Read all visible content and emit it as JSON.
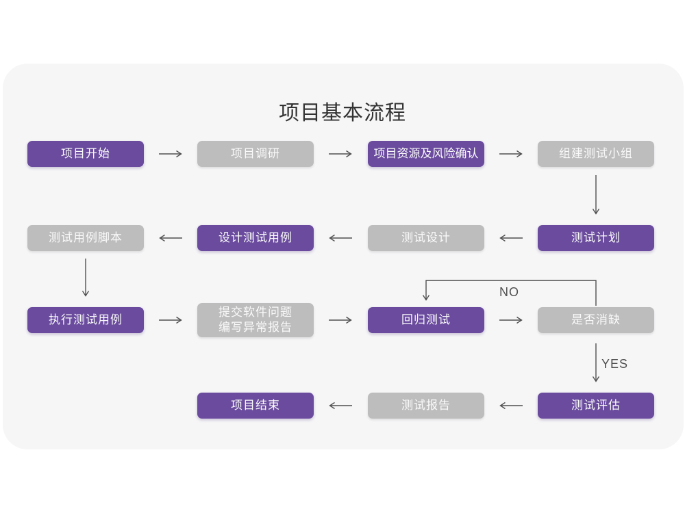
{
  "page": {
    "title": "项目基本流程"
  },
  "colors": {
    "purple": "#6A4B9E",
    "gray": "#BDBDBD",
    "panel": "#F6F6F7",
    "arrow": "#4F4F4F",
    "title": "#333333",
    "node-text": "#FAFAFA"
  },
  "branch_labels": {
    "no": "NO",
    "yes": "YES"
  },
  "nodes": [
    {
      "id": "project-start",
      "label": "项目开始",
      "variant": "purple"
    },
    {
      "id": "project-research",
      "label": "项目调研",
      "variant": "gray"
    },
    {
      "id": "resource-risk",
      "label": "项目资源及风险确认",
      "variant": "purple"
    },
    {
      "id": "build-team",
      "label": "组建测试小组",
      "variant": "gray"
    },
    {
      "id": "test-plan",
      "label": "测试计划",
      "variant": "purple"
    },
    {
      "id": "test-design",
      "label": "测试设计",
      "variant": "gray"
    },
    {
      "id": "design-cases",
      "label": "设计测试用例",
      "variant": "purple"
    },
    {
      "id": "case-script",
      "label": "测试用例脚本",
      "variant": "gray"
    },
    {
      "id": "execute-cases",
      "label": "执行测试用例",
      "variant": "purple"
    },
    {
      "id": "submit-issues",
      "label": "提交软件问题 编写异常报告",
      "variant": "gray",
      "lines": [
        "提交软件问题",
        "编写异常报告"
      ]
    },
    {
      "id": "regression-test",
      "label": "回归测试",
      "variant": "purple"
    },
    {
      "id": "defect-cleared",
      "label": "是否消缺",
      "variant": "gray"
    },
    {
      "id": "test-evaluate",
      "label": "测试评估",
      "variant": "purple"
    },
    {
      "id": "test-report",
      "label": "测试报告",
      "variant": "gray"
    },
    {
      "id": "project-end",
      "label": "项目结束",
      "variant": "purple"
    }
  ],
  "edges": [
    {
      "from": "project-start",
      "to": "project-research",
      "label": ""
    },
    {
      "from": "project-research",
      "to": "resource-risk",
      "label": ""
    },
    {
      "from": "resource-risk",
      "to": "build-team",
      "label": ""
    },
    {
      "from": "build-team",
      "to": "test-plan",
      "label": ""
    },
    {
      "from": "test-plan",
      "to": "test-design",
      "label": ""
    },
    {
      "from": "test-design",
      "to": "design-cases",
      "label": ""
    },
    {
      "from": "design-cases",
      "to": "case-script",
      "label": ""
    },
    {
      "from": "case-script",
      "to": "execute-cases",
      "label": ""
    },
    {
      "from": "execute-cases",
      "to": "submit-issues",
      "label": ""
    },
    {
      "from": "submit-issues",
      "to": "regression-test",
      "label": ""
    },
    {
      "from": "regression-test",
      "to": "defect-cleared",
      "label": ""
    },
    {
      "from": "defect-cleared",
      "to": "regression-test",
      "label": "NO"
    },
    {
      "from": "defect-cleared",
      "to": "test-evaluate",
      "label": "YES"
    },
    {
      "from": "test-evaluate",
      "to": "test-report",
      "label": ""
    },
    {
      "from": "test-report",
      "to": "project-end",
      "label": ""
    }
  ]
}
